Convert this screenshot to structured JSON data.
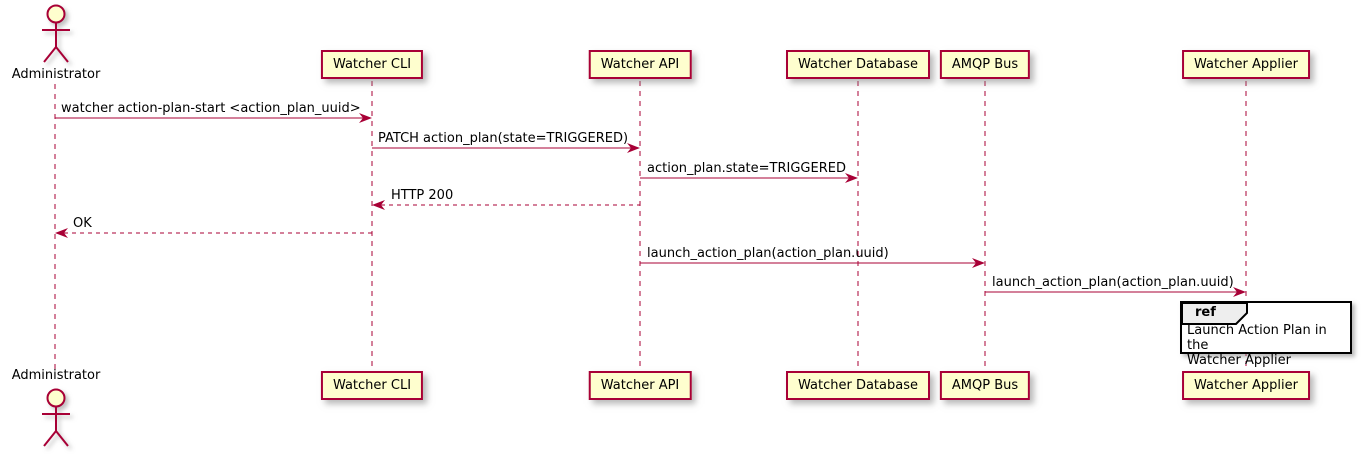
{
  "colors": {
    "accent": "#A80036",
    "participant-fill": "#FEFECE",
    "ref-header-fill": "#EEEEEE",
    "text": "#000000"
  },
  "actor": {
    "label": "Administrator"
  },
  "participants": [
    {
      "label": "Watcher CLI"
    },
    {
      "label": "Watcher API"
    },
    {
      "label": "Watcher Database"
    },
    {
      "label": "AMQP Bus"
    },
    {
      "label": "Watcher Applier"
    }
  ],
  "messages": [
    {
      "from": "Administrator",
      "to": "Watcher CLI",
      "line": "solid",
      "text": "watcher action-plan-start <action_plan_uuid>"
    },
    {
      "from": "Watcher CLI",
      "to": "Watcher API",
      "line": "solid",
      "text": "PATCH action_plan(state=TRIGGERED)"
    },
    {
      "from": "Watcher API",
      "to": "Watcher Database",
      "line": "solid",
      "text": "action_plan.state=TRIGGERED"
    },
    {
      "from": "Watcher API",
      "to": "Watcher CLI",
      "line": "dashed",
      "text": "HTTP 200"
    },
    {
      "from": "Watcher CLI",
      "to": "Administrator",
      "line": "dashed",
      "text": "OK"
    },
    {
      "from": "Watcher API",
      "to": "AMQP Bus",
      "line": "solid",
      "text": "launch_action_plan(action_plan.uuid)"
    },
    {
      "from": "AMQP Bus",
      "to": "Watcher Applier",
      "line": "solid",
      "text": "launch_action_plan(action_plan.uuid)"
    }
  ],
  "ref": {
    "keyword": "ref",
    "line1": "Launch Action Plan in the",
    "line2": "Watcher Applier"
  }
}
